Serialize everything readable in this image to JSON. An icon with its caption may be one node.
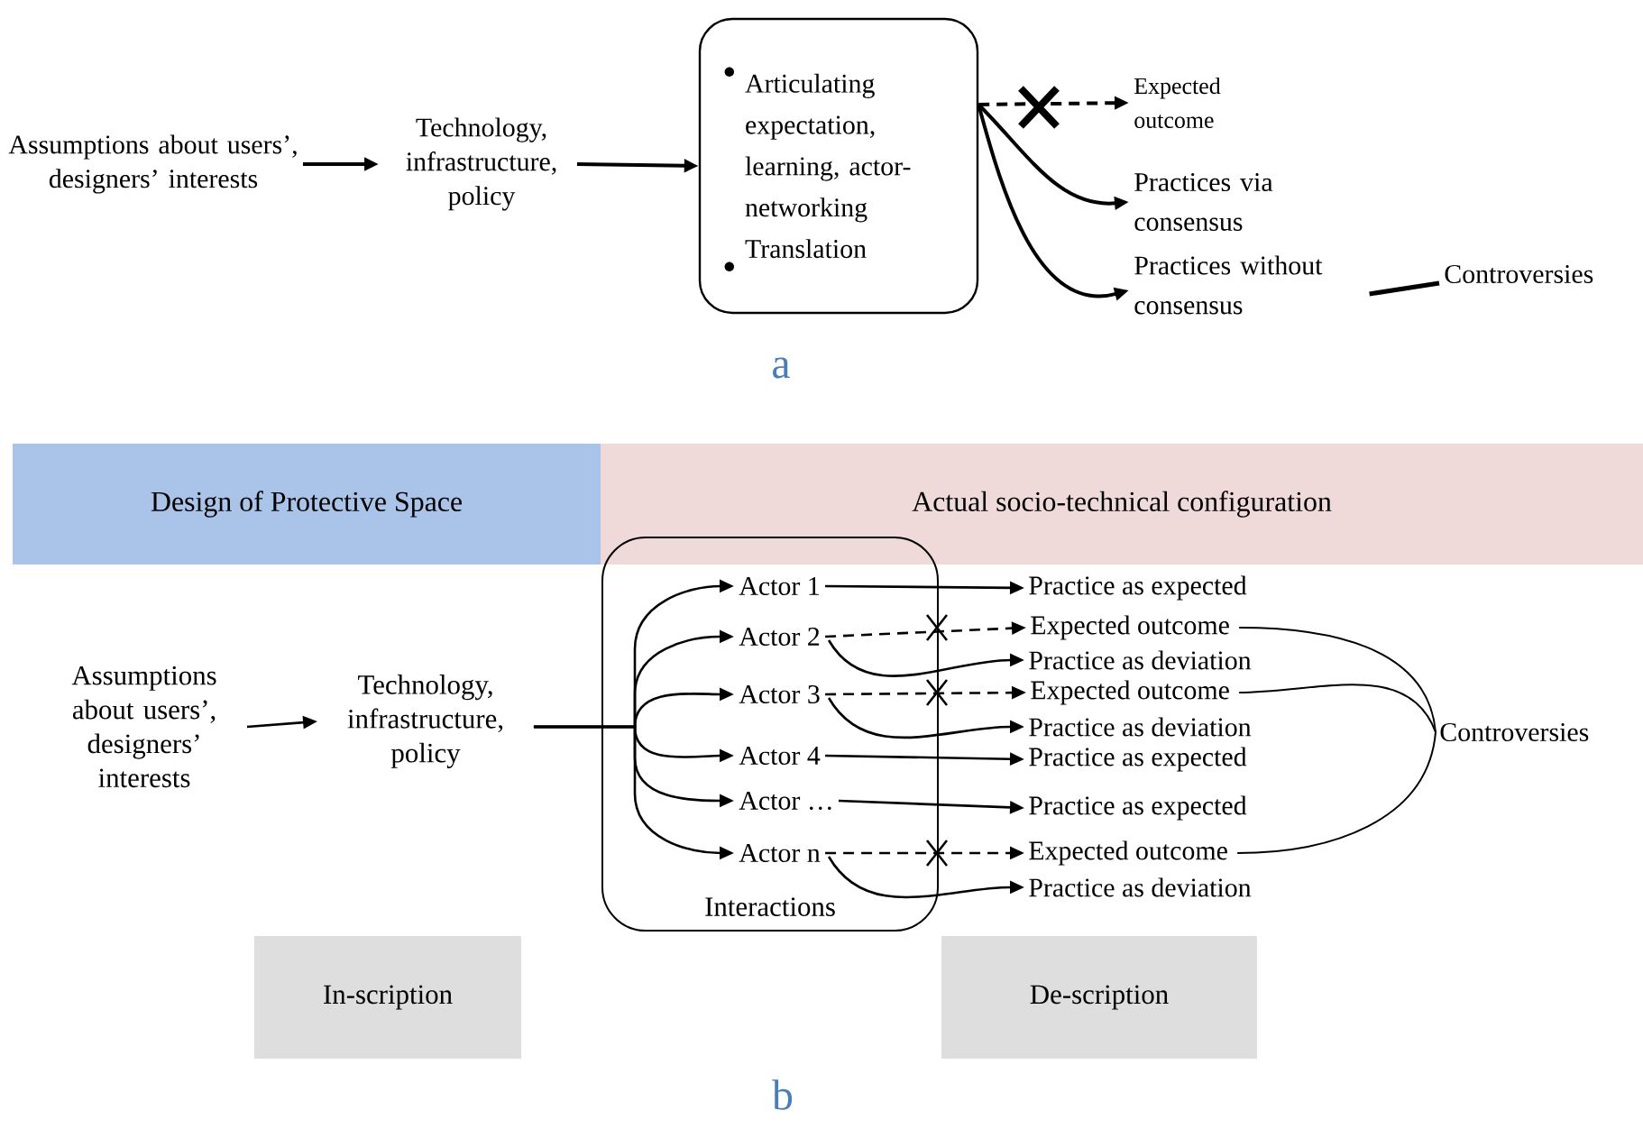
{
  "diagram": {
    "nodes": [
      {
        "text": [
          "Assumptions about users’, designers’ interests"
        ]
      },
      {
        "text": [
          "Technology, infrastructure, policy"
        ]
      },
      {
        "text": [
          "Articulating expectation, learning, actor-networking",
          "Translation"
        ]
      },
      {
        "text": [
          "Expected outcome"
        ]
      },
      {
        "text": [
          "Practices via consensus"
        ]
      },
      {
        "text": [
          "Practices without consensus"
        ]
      },
      {
        "text": [
          "Controversies"
        ]
      },
      {
        "text": [
          "Design of Protective Space"
        ]
      },
      {
        "text": [
          "Actual socio-technical configuration"
        ]
      },
      {
        "text": [
          "Assumptions about users’, designers’ interests"
        ]
      },
      {
        "text": [
          "Technology, infrastructure, policy"
        ]
      },
      {
        "text": [
          "Interactions"
        ]
      },
      {
        "text": [
          "Actor 1"
        ],
        "in": 11
      },
      {
        "text": [
          "Actor 2"
        ],
        "in": 11
      },
      {
        "text": [
          "Actor 3"
        ],
        "in": 11
      },
      {
        "text": [
          "Actor 4"
        ],
        "in": 11
      },
      {
        "text": [
          "Actor …"
        ],
        "in": 11
      },
      {
        "text": [
          "Actor n"
        ],
        "in": 11
      },
      {
        "text": [
          "Practice as expected"
        ]
      },
      {
        "text": [
          "Expected outcome"
        ]
      },
      {
        "text": [
          "Practice as deviation"
        ]
      },
      {
        "text": [
          "Expected outcome"
        ]
      },
      {
        "text": [
          "Practice as deviation"
        ]
      },
      {
        "text": [
          "Practice as expected"
        ]
      },
      {
        "text": [
          "Practice as expected"
        ]
      },
      {
        "text": [
          "Expected outcome"
        ]
      },
      {
        "text": [
          "Practice as deviation"
        ]
      },
      {
        "text": [
          "Controversies"
        ]
      },
      {
        "text": [
          "In-scription"
        ]
      },
      {
        "text": [
          "De-scription"
        ]
      }
    ],
    "edges": [
      {
        "from": 0,
        "to": 1,
        "arrow": "to"
      },
      {
        "from": 1,
        "to": 2,
        "arrow": "to"
      },
      {
        "from": 2,
        "to": 3,
        "arrow": "to",
        "style": "dashed"
      },
      {
        "from": 2,
        "to": 4,
        "arrow": "to"
      },
      {
        "from": 2,
        "to": 5,
        "arrow": "to"
      },
      {
        "from": 5,
        "to": 6,
        "arrow": "none"
      },
      {
        "from": 9,
        "to": 10,
        "arrow": "to"
      },
      {
        "from": 10,
        "to": 12,
        "arrow": "to"
      },
      {
        "from": 10,
        "to": 13,
        "arrow": "to"
      },
      {
        "from": 10,
        "to": 14,
        "arrow": "to"
      },
      {
        "from": 10,
        "to": 15,
        "arrow": "to"
      },
      {
        "from": 10,
        "to": 16,
        "arrow": "to"
      },
      {
        "from": 10,
        "to": 17,
        "arrow": "to"
      },
      {
        "from": 12,
        "to": 18,
        "arrow": "to"
      },
      {
        "from": 13,
        "to": 19,
        "arrow": "to",
        "style": "dashed"
      },
      {
        "from": 13,
        "to": 20,
        "arrow": "to"
      },
      {
        "from": 14,
        "to": 21,
        "arrow": "to",
        "style": "dashed"
      },
      {
        "from": 14,
        "to": 22,
        "arrow": "to"
      },
      {
        "from": 15,
        "to": 23,
        "arrow": "to"
      },
      {
        "from": 16,
        "to": 24,
        "arrow": "to"
      },
      {
        "from": 17,
        "to": 25,
        "arrow": "to",
        "style": "dashed"
      },
      {
        "from": 17,
        "to": 26,
        "arrow": "to"
      },
      {
        "from": 19,
        "to": 27,
        "arrow": "none"
      },
      {
        "from": 21,
        "to": 27,
        "arrow": "none"
      },
      {
        "from": 25,
        "to": 27,
        "arrow": "none"
      }
    ],
    "labels": [
      "a",
      "b"
    ]
  }
}
